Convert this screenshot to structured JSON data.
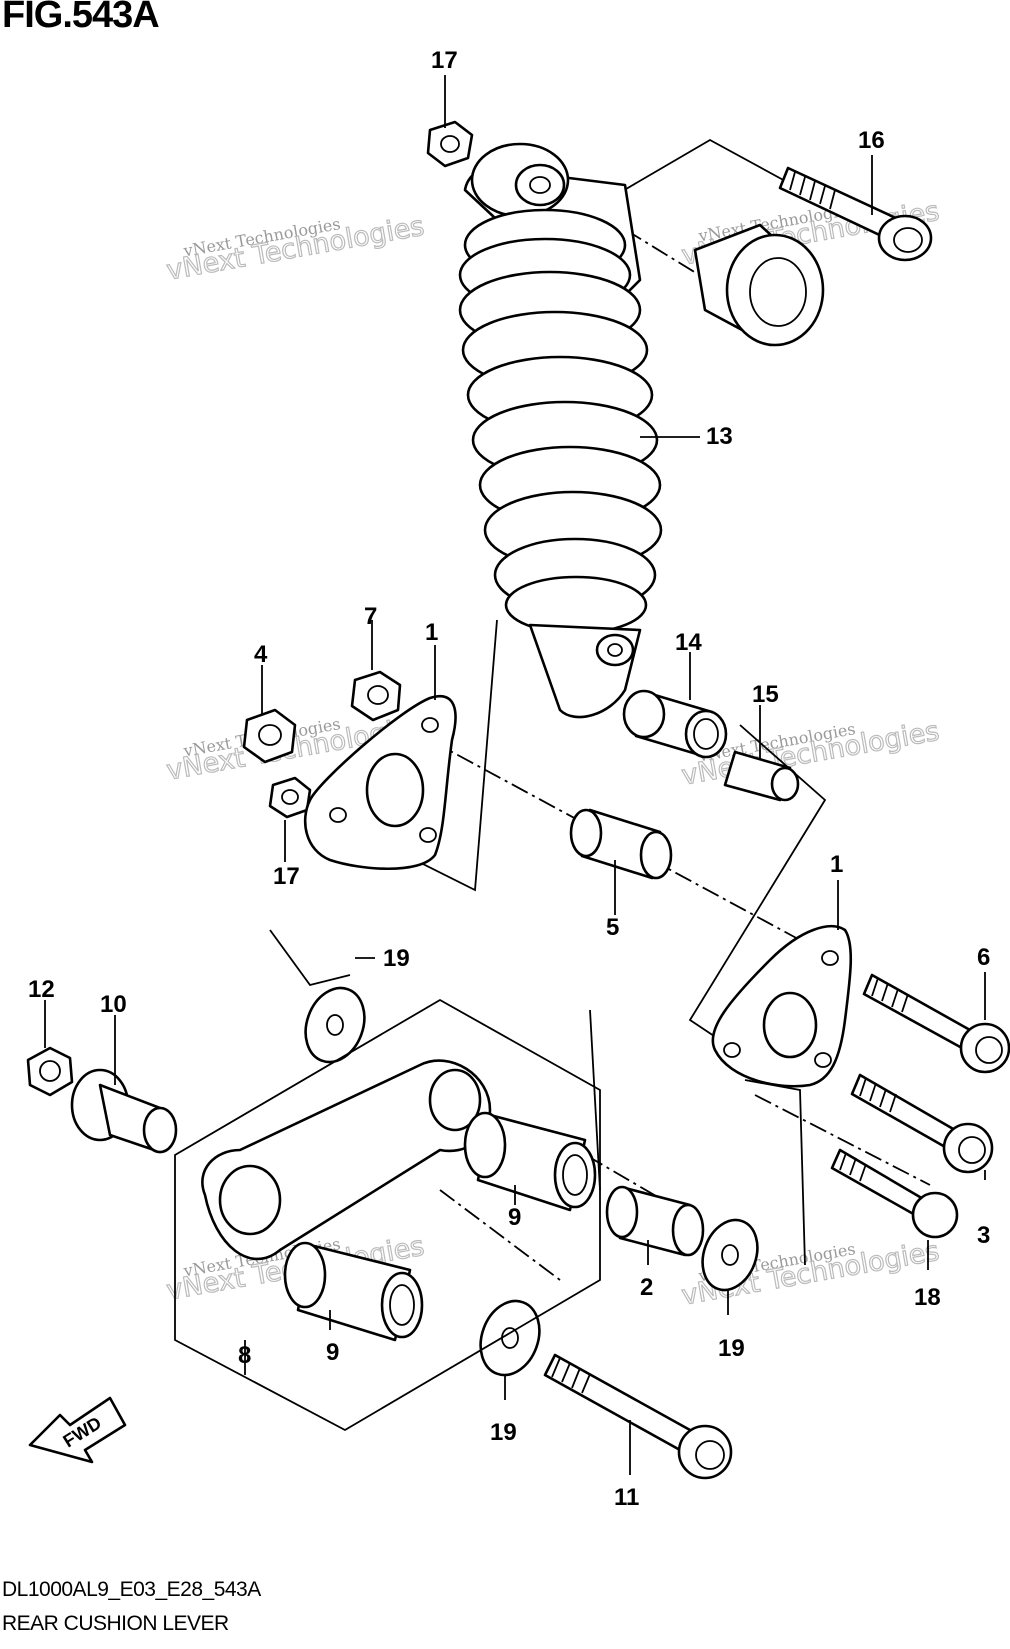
{
  "figure": {
    "title": "FIG.543A",
    "code": "DL1000AL9_E03_E28_543A",
    "caption": "REAR CUSHION LEVER"
  },
  "callouts": {
    "c1a": "1",
    "c1b": "1",
    "c2": "2",
    "c3": "3",
    "c4": "4",
    "c5": "5",
    "c6": "6",
    "c7": "7",
    "c8": "8",
    "c9a": "9",
    "c9b": "9",
    "c10": "10",
    "c11": "11",
    "c12": "12",
    "c13": "13",
    "c14": "14",
    "c15": "15",
    "c16": "16",
    "c17a": "17",
    "c17b": "17",
    "c18": "18",
    "c19a": "19",
    "c19b": "19",
    "c19c": "19"
  },
  "fwd_arrow": {
    "label": "FWD"
  },
  "watermark": {
    "line1": "vNext Technologies",
    "line2": "vNext Technologies"
  }
}
